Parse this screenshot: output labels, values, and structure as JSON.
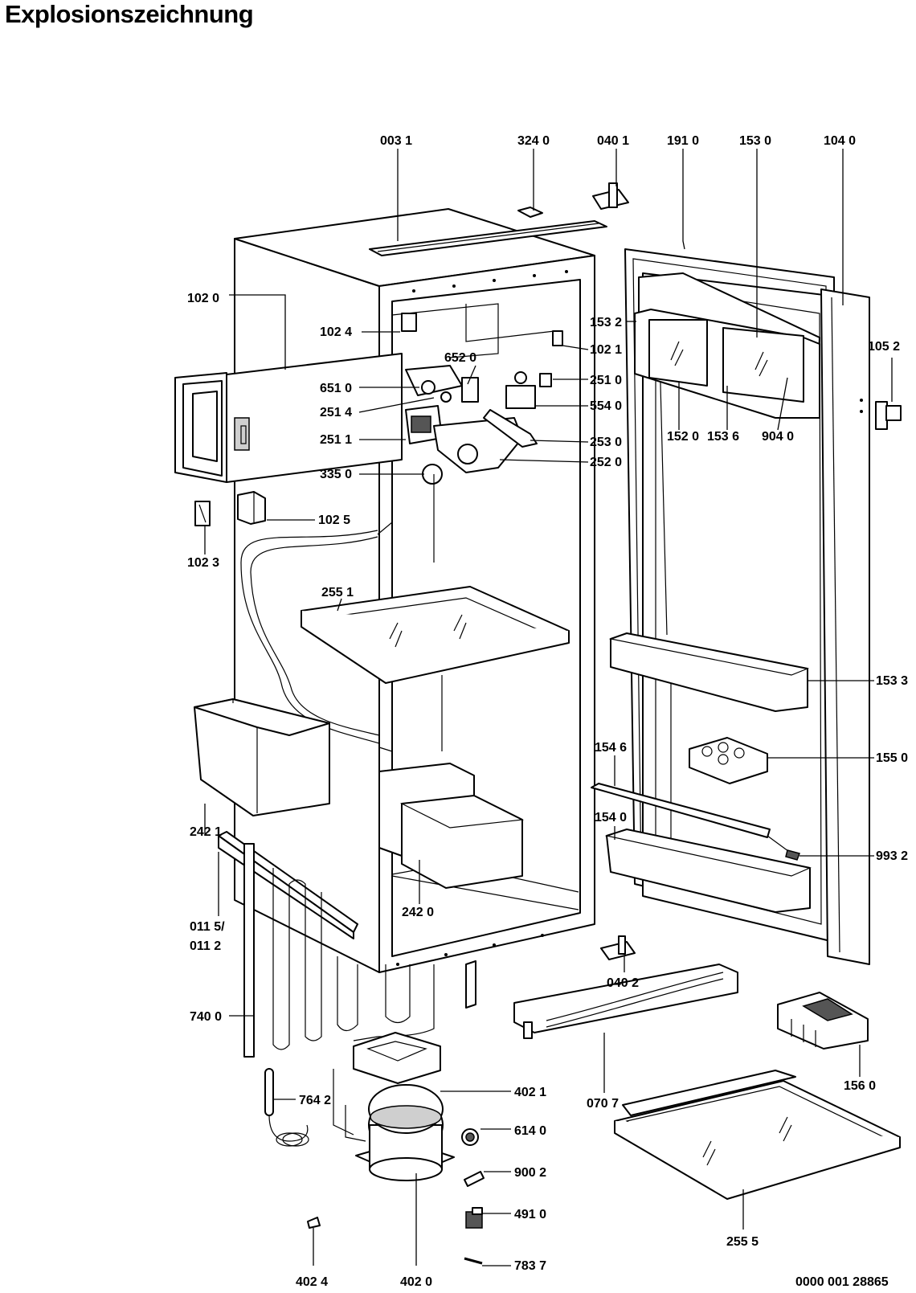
{
  "title": "Explosionszeichnung",
  "drawing_number": "0000 001 28865",
  "parts": [
    "003 1",
    "324 0",
    "040 1",
    "191 0",
    "153 0",
    "104 0",
    "102 0",
    "102 4",
    "652 0",
    "102 1",
    "153 2",
    "105 2",
    "651 0",
    "251 0",
    "251 4",
    "554 0",
    "251 1",
    "253 0",
    "152 0",
    "153 6",
    "904 0",
    "335 0",
    "252 0",
    "102 5",
    "102 3",
    "255 1",
    "153 3",
    "155 0",
    "154 6",
    "154 0",
    "242 1",
    "993 2",
    "242 0",
    "011 5/",
    "011 2",
    "040 2",
    "740 0",
    "070 7",
    "156 0",
    "402 1",
    "764 2",
    "614 0",
    "900 2",
    "491 0",
    "255 5",
    "783 7",
    "402 4",
    "402 0"
  ]
}
